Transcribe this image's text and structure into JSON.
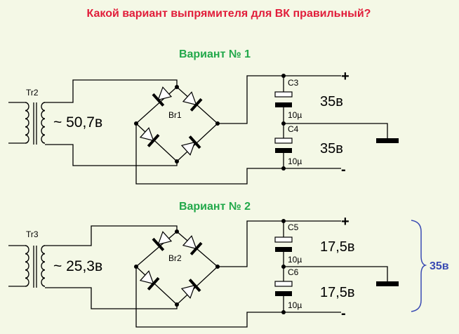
{
  "title": "Какой вариант выпрямителя для ВК правильный?",
  "colors": {
    "title": "#e11d3a",
    "variant": "#22a84a",
    "brace": "#3a4bb3",
    "background": "#f4f8e6"
  },
  "variants": [
    {
      "heading": "Вариант № 1",
      "transformer": "Tr2",
      "ac_voltage": "~ 50,7в",
      "bridge": "Br1",
      "cap_top": {
        "name": "C3",
        "value": "10µ",
        "voltage": "35в"
      },
      "cap_bottom": {
        "name": "C4",
        "value": "10µ",
        "voltage": "35в"
      },
      "plus": "+",
      "minus": "-"
    },
    {
      "heading": "Вариант № 2",
      "transformer": "Tr3",
      "ac_voltage": "~ 25,3в",
      "bridge": "Br2",
      "cap_top": {
        "name": "C5",
        "value": "10µ",
        "voltage": "17,5в"
      },
      "cap_bottom": {
        "name": "C6",
        "value": "10µ",
        "voltage": "17,5в"
      },
      "plus": "+",
      "minus": "-"
    }
  ],
  "brace_label": "35в"
}
